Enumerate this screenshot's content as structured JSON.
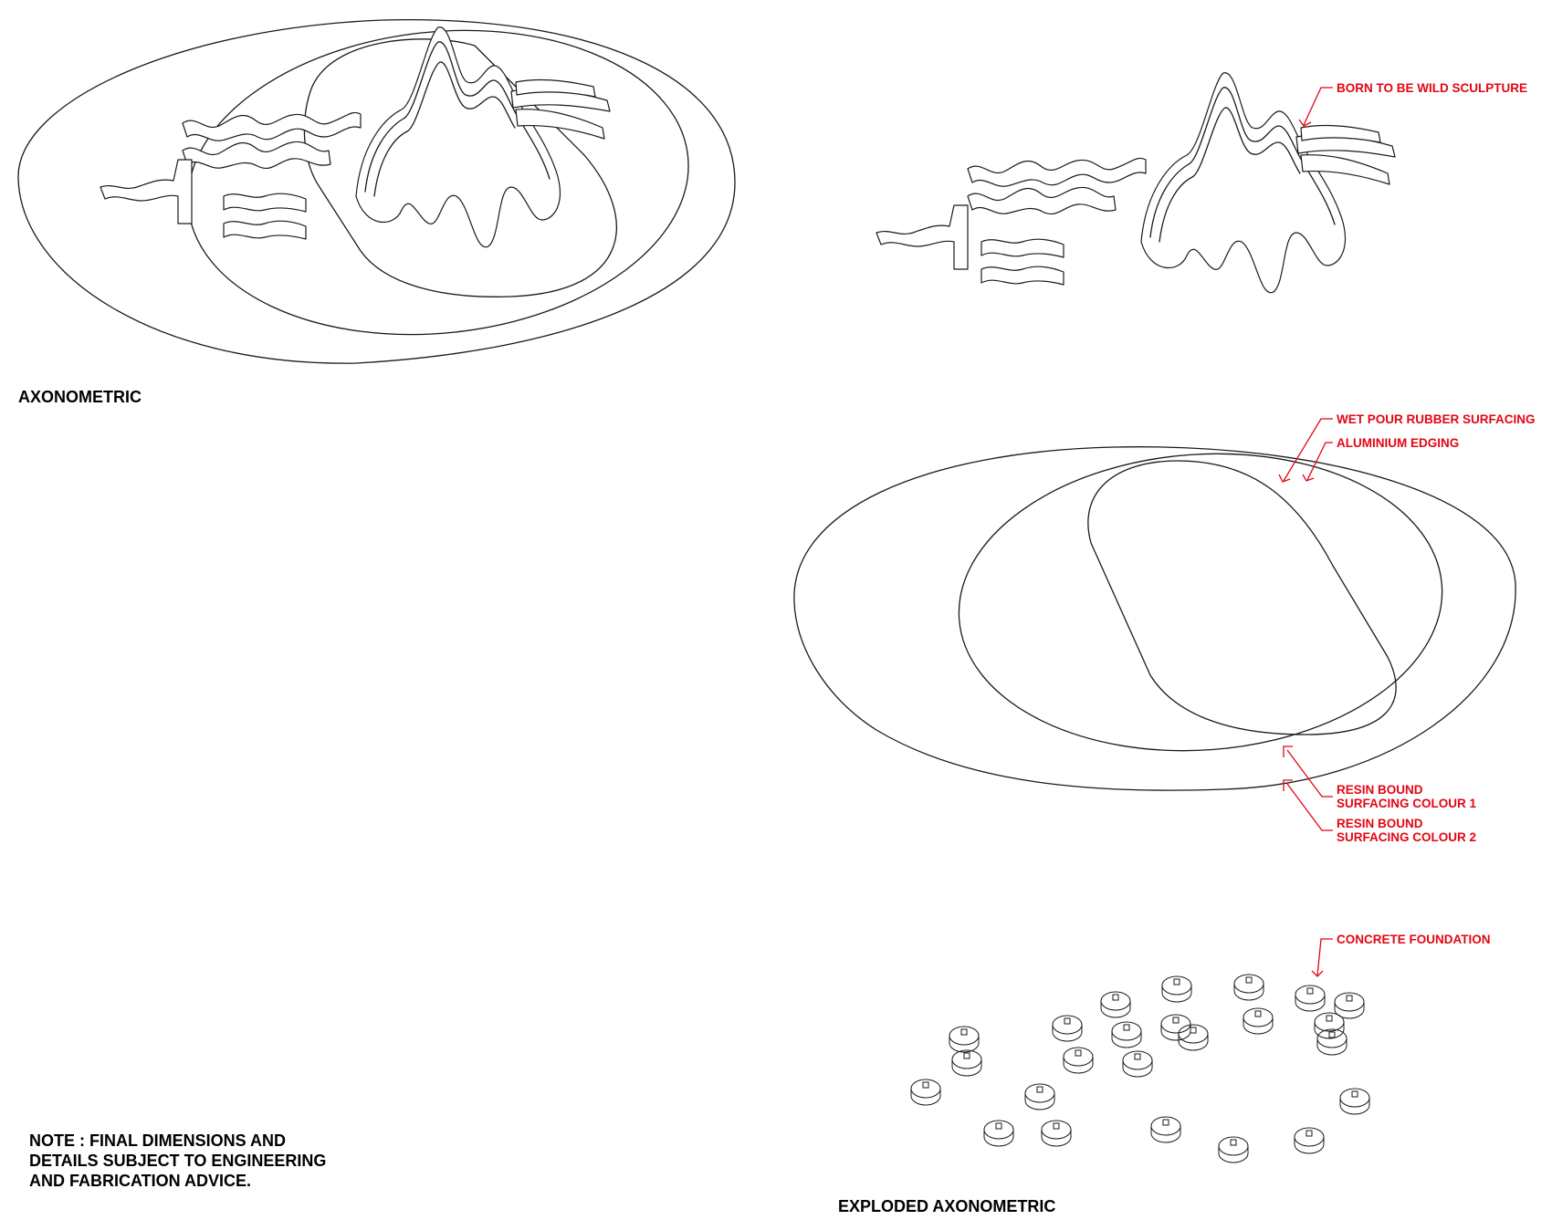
{
  "titles": {
    "axonometric": "AXONOMETRIC",
    "exploded": "EXPLODED AXONOMETRIC"
  },
  "note": "NOTE : FINAL DIMENSIONS AND DETAILS SUBJECT TO ENGINEERING AND FABRICATION ADVICE.",
  "callouts": {
    "sculpture": "BORN TO BE WILD SCULPTURE",
    "wet_pour": "WET POUR RUBBER SURFACING",
    "aluminium": "ALUMINIUM EDGING",
    "resin1_line1": "RESIN BOUND",
    "resin1_line2": "SURFACING COLOUR 1",
    "resin2_line1": "RESIN BOUND",
    "resin2_line2": "SURFACING COLOUR 2",
    "foundation": "CONCRETE FOUNDATION"
  },
  "colors": {
    "line": "#1a1a1a",
    "annotation": "#e30613",
    "background": "#ffffff"
  },
  "foundation_pad_count": 24
}
